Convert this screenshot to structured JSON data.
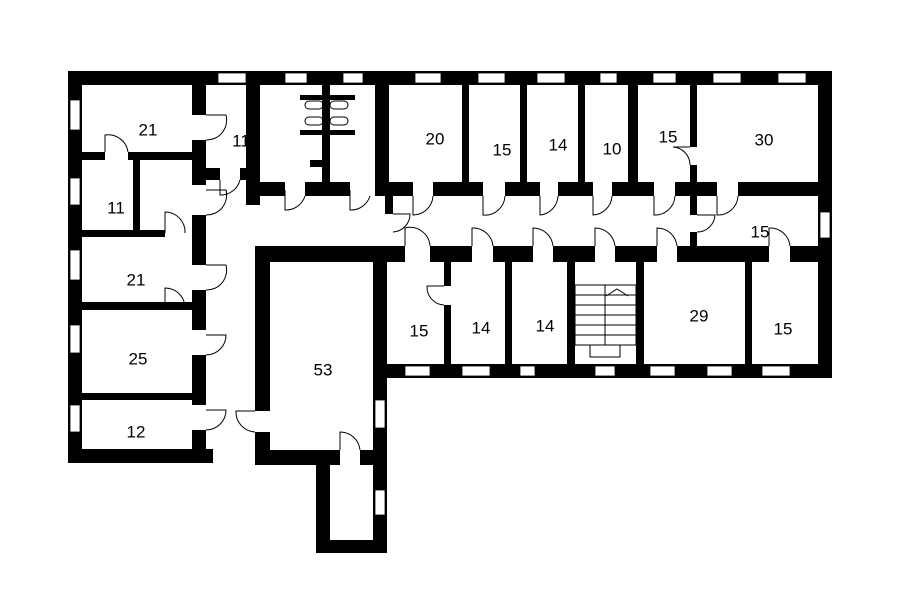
{
  "plan": {
    "wall_color": "#000000",
    "background": "#ffffff",
    "rooms": [
      {
        "id": "r1",
        "area": "21"
      },
      {
        "id": "r2",
        "area": "11"
      },
      {
        "id": "r3",
        "area": "11"
      },
      {
        "id": "r4",
        "area": "21"
      },
      {
        "id": "r5",
        "area": "25"
      },
      {
        "id": "r6",
        "area": "12"
      },
      {
        "id": "r7",
        "area": "20"
      },
      {
        "id": "r8",
        "area": "15"
      },
      {
        "id": "r9",
        "area": "14"
      },
      {
        "id": "r10",
        "area": "10"
      },
      {
        "id": "r11",
        "area": "15"
      },
      {
        "id": "r12",
        "area": "30"
      },
      {
        "id": "r13",
        "area": "15"
      },
      {
        "id": "r14",
        "area": "15"
      },
      {
        "id": "r15",
        "area": "14"
      },
      {
        "id": "r16",
        "area": "14"
      },
      {
        "id": "r17",
        "area": "29"
      },
      {
        "id": "r18",
        "area": "15"
      },
      {
        "id": "r19",
        "area": "53"
      }
    ]
  }
}
